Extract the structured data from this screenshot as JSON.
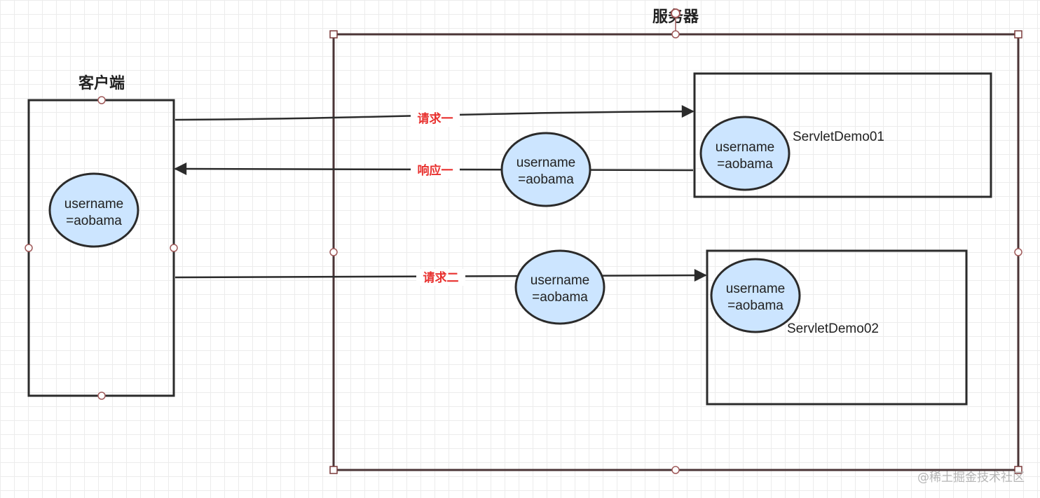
{
  "client": {
    "title": "客户端"
  },
  "server": {
    "title": "服务器"
  },
  "servlets": [
    {
      "name": "ServletDemo01"
    },
    {
      "name": "ServletDemo02"
    }
  ],
  "cookie": {
    "line1": "username",
    "line2": "=aobama"
  },
  "flows": {
    "request1": "请求一",
    "response1": "响应一",
    "request2": "请求二"
  },
  "watermark": "@稀土掘金技术社区",
  "colors": {
    "ellipse_fill": "#cce5ff",
    "flow_label": "#e8312f",
    "grid": "#ececec"
  }
}
